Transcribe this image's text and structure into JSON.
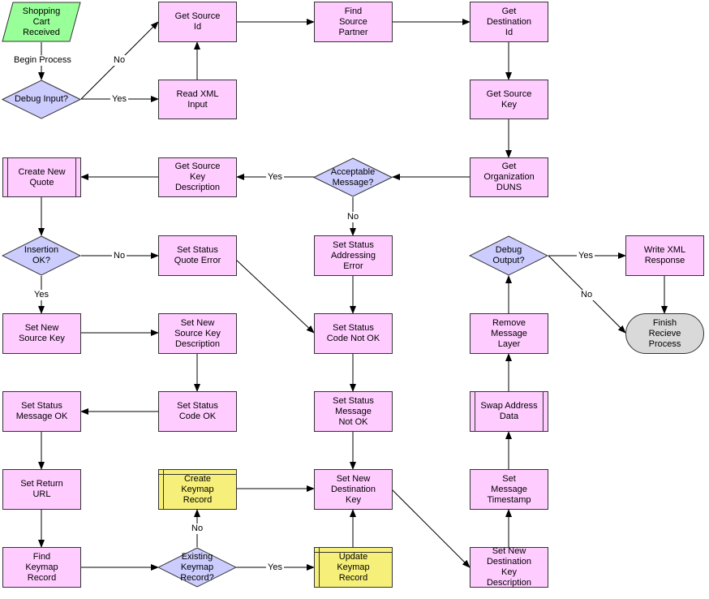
{
  "diagram": {
    "nodes": {
      "shopping_cart": {
        "label": "Shopping\nCart\nReceived",
        "shape": "parallelogram",
        "color": "#99ff99"
      },
      "debug_input": {
        "label": "Debug Input?",
        "shape": "diamond",
        "color": "#ccccff"
      },
      "read_xml": {
        "label": "Read XML\nInput",
        "shape": "process"
      },
      "get_source_id": {
        "label": "Get Source\nId",
        "shape": "process"
      },
      "find_source_partner": {
        "label": "Find\nSource\nPartner",
        "shape": "process"
      },
      "get_dest_id": {
        "label": "Get\nDestination\nId",
        "shape": "process"
      },
      "get_source_key": {
        "label": "Get Source\nKey",
        "shape": "process"
      },
      "get_org_duns": {
        "label": "Get\nOrganization\nDUNS",
        "shape": "process"
      },
      "acceptable_message": {
        "label": "Acceptable\nMessage?",
        "shape": "diamond"
      },
      "get_source_key_desc": {
        "label": "Get Source\nKey\nDescription",
        "shape": "process"
      },
      "create_new_quote": {
        "label": "Create New\nQuote",
        "shape": "subprocess"
      },
      "insertion_ok": {
        "label": "Insertion\nOK?",
        "shape": "diamond"
      },
      "set_status_quote_error": {
        "label": "Set Status\nQuote Error",
        "shape": "process"
      },
      "set_status_addressing_error": {
        "label": "Set Status\nAddressing\nError",
        "shape": "process"
      },
      "debug_output": {
        "label": "Debug\nOutput?",
        "shape": "diamond"
      },
      "write_xml_response": {
        "label": "Write XML\nResponse",
        "shape": "process"
      },
      "set_new_source_key": {
        "label": "Set New\nSource Key",
        "shape": "process"
      },
      "set_new_source_key_desc": {
        "label": "Set New\nSource Key\nDescription",
        "shape": "process"
      },
      "set_status_code_not_ok": {
        "label": "Set Status\nCode Not OK",
        "shape": "process"
      },
      "remove_message_layer": {
        "label": "Remove\nMessage\nLayer",
        "shape": "process"
      },
      "finish_receive": {
        "label": "Finish\nRecieve\nProcess",
        "shape": "terminator",
        "color": "#d9d9d9"
      },
      "set_status_message_ok": {
        "label": "Set Status\nMessage OK",
        "shape": "process"
      },
      "set_status_code_ok": {
        "label": "Set Status\nCode OK",
        "shape": "process"
      },
      "set_status_message_not_ok": {
        "label": "Set Status\nMessage\nNot OK",
        "shape": "process"
      },
      "swap_address_data": {
        "label": "Swap Address\nData",
        "shape": "subprocess"
      },
      "set_return_url": {
        "label": "Set Return\nURL",
        "shape": "process"
      },
      "create_keymap_record": {
        "label": "Create\nKeymap\nRecord",
        "shape": "database",
        "color": "#f6f07a"
      },
      "set_new_dest_key": {
        "label": "Set New\nDestination\nKey",
        "shape": "process"
      },
      "set_message_timestamp": {
        "label": "Set\nMessage\nTimestamp",
        "shape": "process"
      },
      "find_keymap_record": {
        "label": "Find\nKeymap\nRecord",
        "shape": "process"
      },
      "existing_keymap_record": {
        "label": "Existing\nKeymap\nRecord?",
        "shape": "diamond"
      },
      "update_keymap_record": {
        "label": "Update\nKeymap\nRecord",
        "shape": "database"
      },
      "set_new_dest_key_desc": {
        "label": "Set New\nDestination\nKey\nDescription",
        "shape": "process"
      }
    },
    "edge_labels": {
      "begin_process": "Begin Process",
      "no_debug_input": "No",
      "yes_debug_input": "Yes",
      "yes_acceptable": "Yes",
      "no_acceptable": "No",
      "no_insertion": "No",
      "yes_insertion": "Yes",
      "yes_debug_output": "Yes",
      "no_debug_output": "No",
      "no_existing": "No",
      "yes_existing": "Yes"
    },
    "colors": {
      "process": "#ffccff",
      "decision": "#ccccff",
      "start": "#99ff99",
      "database": "#f6f07a",
      "terminator": "#d9d9d9",
      "line": "#000000"
    }
  }
}
